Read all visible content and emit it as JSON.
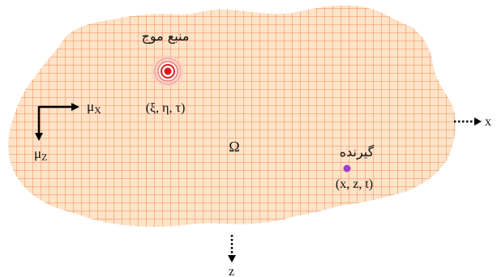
{
  "diagram": {
    "domain_label": "Ω",
    "source": {
      "label": "منبع موج",
      "coords": "(ξ, η, τ)"
    },
    "receiver": {
      "label": "گیرنده",
      "coords": "(x, z, t)"
    },
    "axes": {
      "x_label": "x",
      "z_label": "z",
      "unit_x": "μ",
      "unit_x_sub": "X",
      "unit_z": "μ",
      "unit_z_sub": "Z"
    }
  },
  "colors": {
    "region_fill": "#fde3c8",
    "grid_line": "#ee8a58",
    "source_core": "#e01818",
    "receiver_dot": "#a040c8"
  }
}
